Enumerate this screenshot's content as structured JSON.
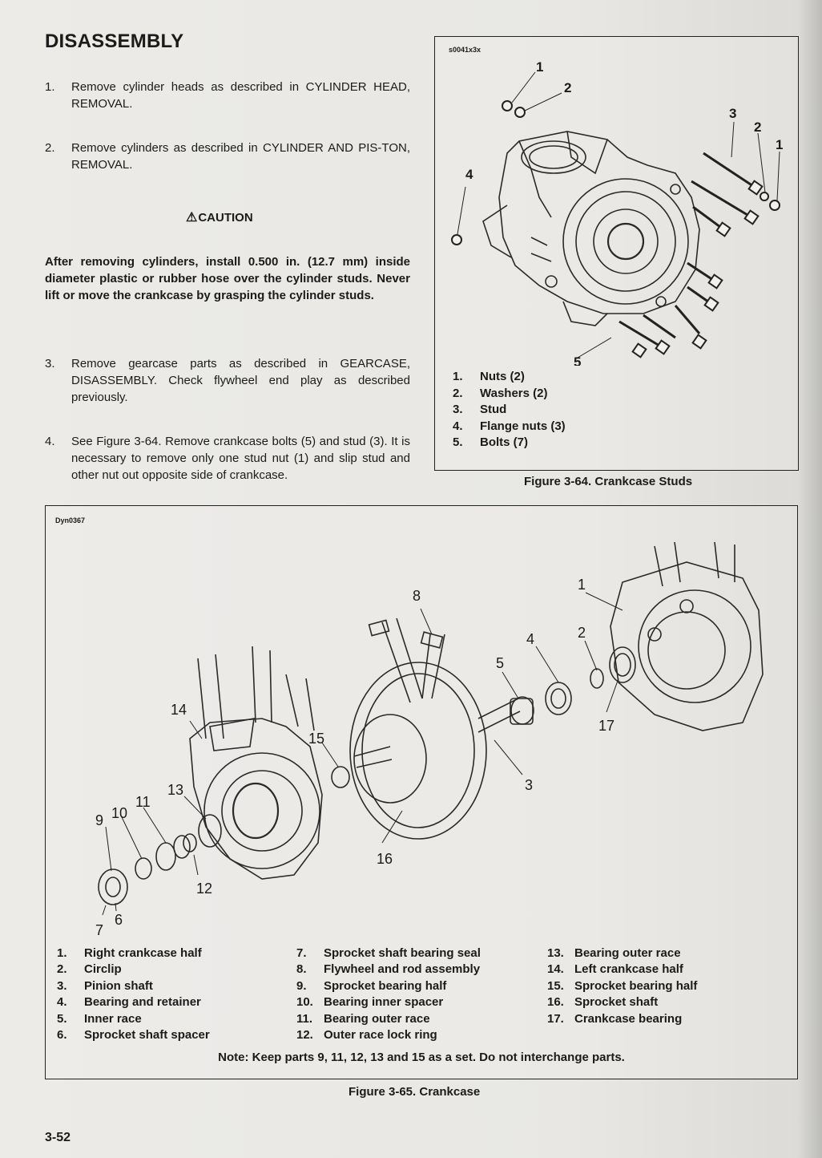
{
  "heading": "DISASSEMBLY",
  "steps": [
    {
      "num": "1.",
      "text": "Remove cylinder heads as described in CYLINDER HEAD, REMOVAL."
    },
    {
      "num": "2.",
      "text": "Remove cylinders as described in CYLINDER AND PIS-TON, REMOVAL."
    },
    {
      "num": "3.",
      "text": "Remove gearcase parts as described in GEARCASE, DISASSEMBLY. Check flywheel end play as described previously."
    },
    {
      "num": "4.",
      "text": "See Figure 3-64. Remove crankcase bolts (5) and stud (3). It is necessary to remove only one stud nut (1) and slip stud and other nut out opposite side of crankcase."
    }
  ],
  "caution": {
    "label": "CAUTION",
    "text": "After removing cylinders, install 0.500 in. (12.7 mm) inside diameter plastic or rubber hose over the cylinder studs. Never lift or move the crankcase by grasping the cylinder studs."
  },
  "figure64": {
    "ref_code": "s0041x3x",
    "caption": "Figure 3-64. Crankcase Studs",
    "callouts": [
      "1",
      "2",
      "3",
      "2",
      "1",
      "4",
      "5"
    ],
    "legend": [
      {
        "num": "1.",
        "label": "Nuts (2)"
      },
      {
        "num": "2.",
        "label": "Washers (2)"
      },
      {
        "num": "3.",
        "label": "Stud"
      },
      {
        "num": "4.",
        "label": "Flange nuts (3)"
      },
      {
        "num": "5.",
        "label": "Bolts (7)"
      }
    ]
  },
  "figure65": {
    "ref_code": "Dyn0367",
    "caption": "Figure 3-65. Crankcase",
    "callouts": [
      "8",
      "1",
      "4",
      "2",
      "5",
      "17",
      "14",
      "15",
      "3",
      "13",
      "11",
      "10",
      "9",
      "16",
      "12",
      "6",
      "7"
    ],
    "legend_col1": [
      {
        "num": "1.",
        "label": "Right crankcase half"
      },
      {
        "num": "2.",
        "label": "Circlip"
      },
      {
        "num": "3.",
        "label": "Pinion shaft"
      },
      {
        "num": "4.",
        "label": "Bearing and retainer"
      },
      {
        "num": "5.",
        "label": "Inner race"
      },
      {
        "num": "6.",
        "label": "Sprocket shaft spacer"
      }
    ],
    "legend_col2": [
      {
        "num": "7.",
        "label": "Sprocket shaft bearing seal"
      },
      {
        "num": "8.",
        "label": "Flywheel and rod assembly"
      },
      {
        "num": "9.",
        "label": "Sprocket bearing half"
      },
      {
        "num": "10.",
        "label": "Bearing inner spacer"
      },
      {
        "num": "11.",
        "label": "Bearing outer race"
      },
      {
        "num": "12.",
        "label": "Outer race lock ring"
      }
    ],
    "legend_col3": [
      {
        "num": "13.",
        "label": "Bearing outer race"
      },
      {
        "num": "14.",
        "label": "Left crankcase half"
      },
      {
        "num": "15.",
        "label": "Sprocket bearing half"
      },
      {
        "num": "16.",
        "label": "Sprocket shaft"
      },
      {
        "num": "17.",
        "label": "Crankcase bearing"
      }
    ],
    "note": "Note: Keep parts 9, 11, 12, 13 and 15 as a set. Do not interchange parts."
  },
  "page_number": "3-52"
}
